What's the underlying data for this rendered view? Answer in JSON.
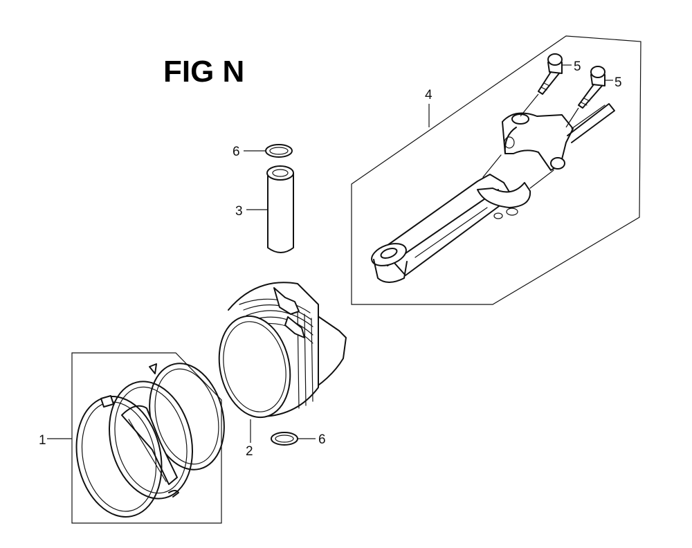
{
  "figure": {
    "title": "FIG N"
  },
  "callouts": {
    "piston_ring_set": "1",
    "piston": "2",
    "piston_pin": "3",
    "connecting_rod_assembly": "4",
    "rod_bolt_a": "5",
    "rod_bolt_b": "5",
    "pin_clip_top": "6",
    "pin_clip_bottom": "6"
  }
}
